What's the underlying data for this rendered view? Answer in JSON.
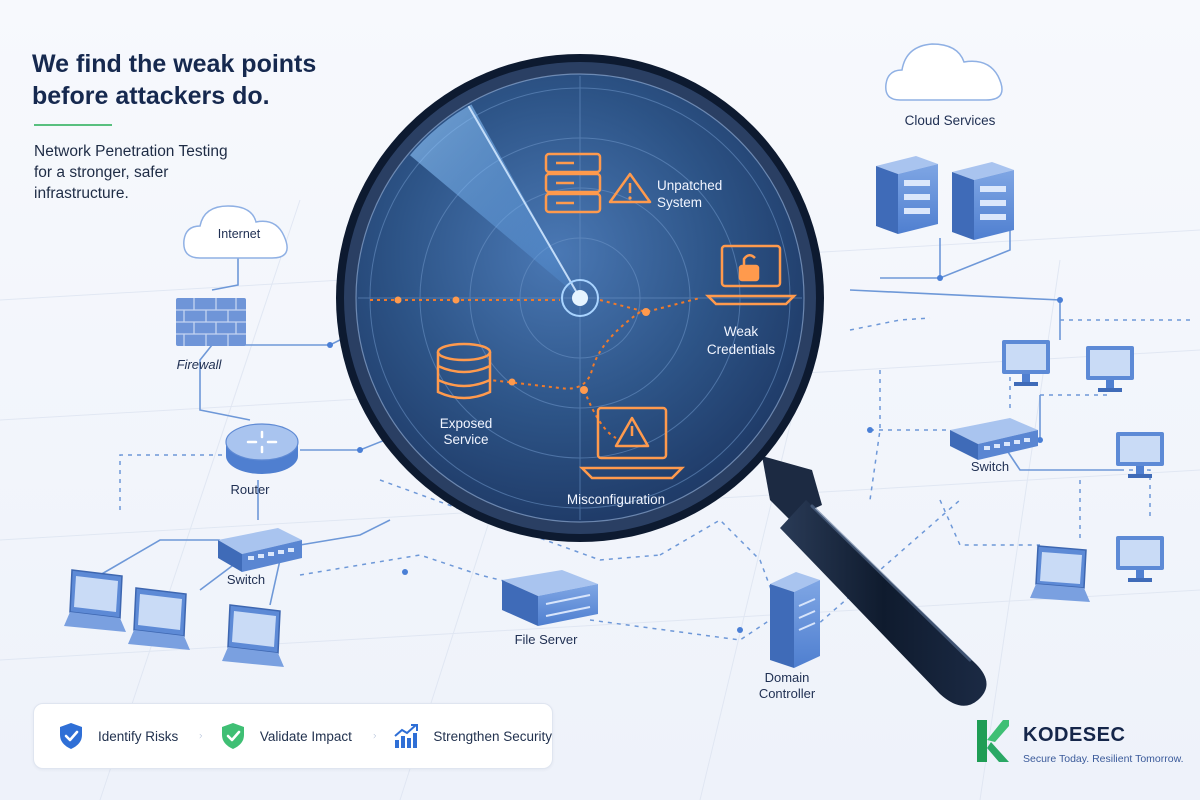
{
  "headline": {
    "line1": "We find the weak points",
    "line2": "before attackers do."
  },
  "subtitle": {
    "line1": "Network Penetration Testing",
    "line2": "for a stronger, safer",
    "line3": "infrastructure."
  },
  "network": {
    "internet_label": "Internet",
    "firewall_label": "Firewall",
    "router_label": "Router",
    "left_switch_label": "Switch",
    "file_server_label": "File Server",
    "domain_controller_label": "Domain Controller",
    "cloud_label": "Cloud Services",
    "right_switch_label": "Switch"
  },
  "findings": {
    "unpatched": "Unpatched System",
    "weak_credentials": "Weak Credentials",
    "exposed_service": "Exposed Service",
    "misconfiguration": "Misconfiguration"
  },
  "steps": [
    {
      "label": "Identify Risks",
      "icon": "shield-check-icon"
    },
    {
      "label": "Validate Impact",
      "icon": "shield-check-icon"
    },
    {
      "label": "Strengthen Security",
      "icon": "trend-up-chart-icon"
    }
  ],
  "brand": {
    "name": "KODESEC",
    "tagline": "Secure Today. Resilient Tomorrow."
  },
  "colors": {
    "primary_blue": "#2f6fd6",
    "navy": "#16294f",
    "alert_orange": "#f07a2a",
    "brand_green": "#3fbf74",
    "lens_blue": "#315c93"
  }
}
